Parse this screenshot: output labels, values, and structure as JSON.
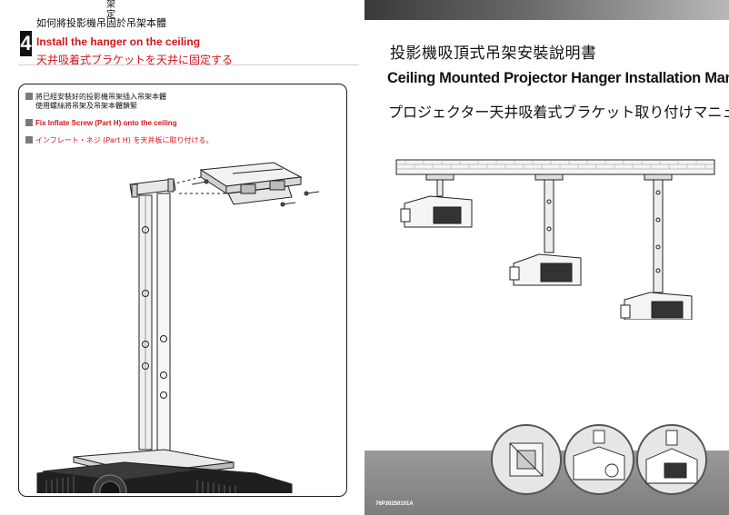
{
  "left": {
    "step": {
      "number": "4",
      "small_above": "架定",
      "title_zh": "如何將投影機吊固於吊架本體",
      "title_en": "Install the hanger on the ceiling",
      "title_jp": "天井吸着式ブラケットを天井に固定する"
    },
    "instructions": [
      {
        "text": "將已經安裝好的投影機吊架插入吊架本體",
        "sub": "使用螺絲將吊架及吊架本體鎖緊",
        "color": "#111111"
      },
      {
        "text": "Fix Inflate Screw (Part H) onto the ceiling",
        "sub": "",
        "color": "#d6141c"
      },
      {
        "text": "インフレート・ネジ (Part H) を天井板に取り付ける。",
        "sub": "",
        "color": "#d6141c"
      }
    ]
  },
  "right": {
    "title_zh": "投影機吸頂式吊架安裝說明書",
    "title_en": "Ceiling Mounted Projector Hanger Installation Manual",
    "title_jp": "プロジェクター天井吸着式ブラケット取り付けマニュアル",
    "part_code": "76P30250101A"
  },
  "colors": {
    "accent_red": "#d6141c",
    "dark": "#111111",
    "bottom_band": "#8a8a8a"
  }
}
